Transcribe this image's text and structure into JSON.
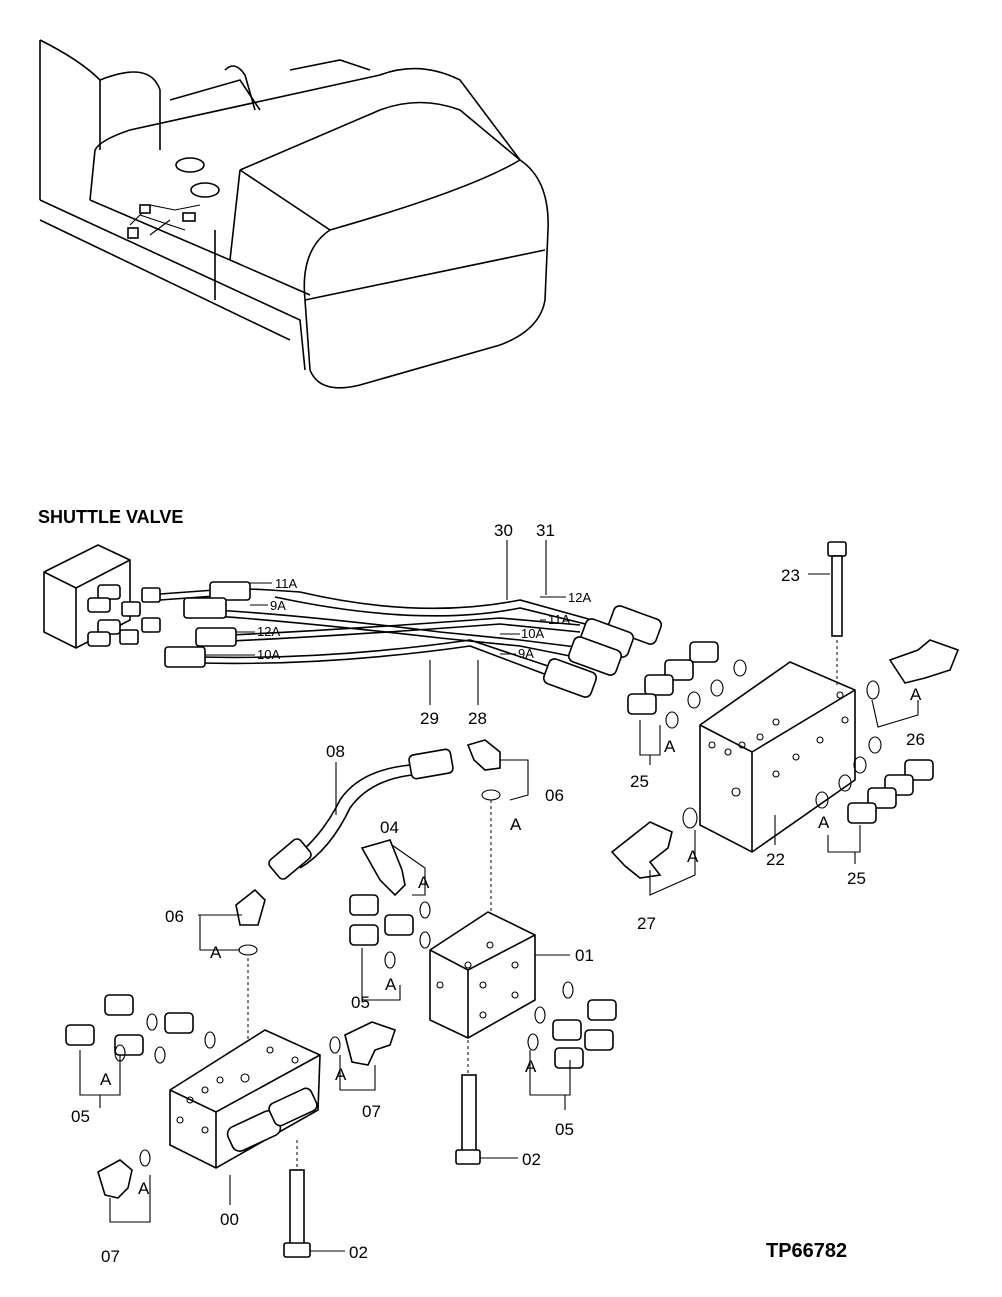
{
  "diagram": {
    "title": "SHUTTLE VALVE",
    "reference": "TP66782",
    "port_marker": "A",
    "hose_tags": {
      "t11a_left": "11A",
      "t9a_left": "9A",
      "t12a_left": "12A",
      "t10a_left": "10A",
      "t12a_right": "12A",
      "t11a_right": "11A",
      "t10a_right": "10A",
      "t9a_right": "9A"
    },
    "callouts": {
      "c30": "30",
      "c31": "31",
      "c29": "29",
      "c28": "28",
      "c23": "23",
      "c26": "26",
      "c25a": "25",
      "c25b": "25",
      "c22": "22",
      "c27": "27",
      "c08": "08",
      "c06a": "06",
      "c06b": "06",
      "c04": "04",
      "c01": "01",
      "c05a": "05",
      "c05b": "05",
      "c05c": "05",
      "c07a": "07",
      "c07b": "07",
      "c00": "00",
      "c02a": "02",
      "c02b": "02"
    }
  }
}
